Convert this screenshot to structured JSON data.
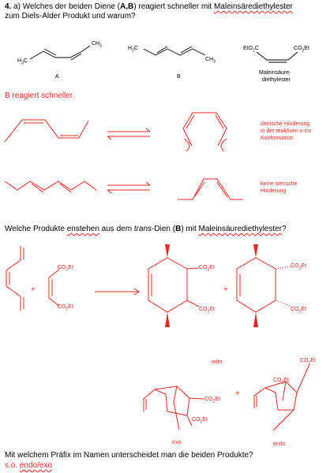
{
  "question4": {
    "number": "4.",
    "part_a": "a) Welches der beiden Diene (",
    "dienes": "A,B",
    "mid": ") reagiert schneller mit ",
    "reagent": "Maleinsärediethylester",
    "line2": "zum Diels-Alder Produkt und warum?"
  },
  "structures": {
    "a_me_top": "CH3",
    "a_me_left": "H3C",
    "a_label": "A",
    "b_me_left": "H3C",
    "b_me_right": "CH3",
    "b_label": "B",
    "mal_left": "EtO2C",
    "mal_right": "CO2Et",
    "mal_name_1": "Maleinsäure-",
    "mal_name_2": "diethylester"
  },
  "answer_a": "B reagiert schneller.",
  "note_steric": [
    "sterische Hinderung",
    "in der reaktiven s-cis",
    "Konformation"
  ],
  "note_no_steric": [
    "keine sterische",
    "Hinderung"
  ],
  "question_b": {
    "pre": "Welche Produkte ",
    "word": "enstehen",
    "mid": " aus dem ",
    "trans": "trans",
    "mid2": "-Dien (",
    "bold": "B",
    "mid3": ") mit ",
    "reagent": "Maleinsäurediethylester",
    "end": "?"
  },
  "reaction": {
    "plus": "+",
    "ester_top": "CO2Et",
    "ester_bottom": "CO2Et",
    "p1_top": "CO2Et",
    "p1_bottom": "CO2Et",
    "p2_top": "CO2Et",
    "p2_bottom": "CO2Et"
  },
  "bicyclic": {
    "oder": "oder",
    "plus": "+",
    "exo_ester_1": "CO2Et",
    "exo_ester_2": "CO2Et",
    "endo_ester_1": "CO2Et",
    "endo_ester_2": "CO2Et",
    "exo": "exo",
    "endo": "endo"
  },
  "question_c": {
    "text": "Mit welchem Präfix im Namen unterscheidet man die beiden Produkte?",
    "answer_pre": "s.o. ",
    "answer": "endo/exo"
  },
  "colors": {
    "accent": "#e8271f",
    "text": "#000000"
  }
}
